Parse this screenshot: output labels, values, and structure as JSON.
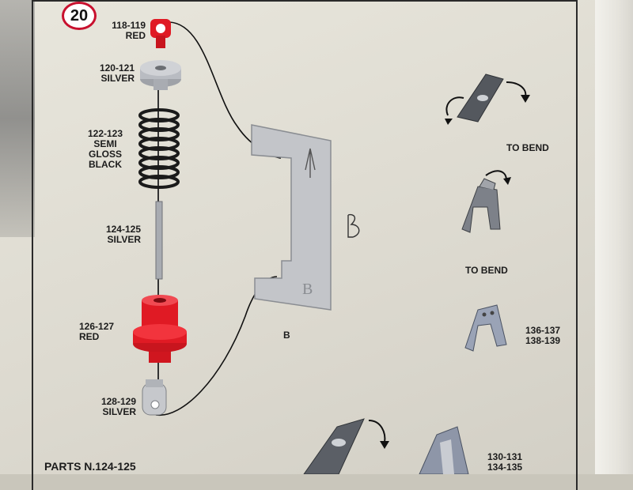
{
  "step": {
    "number": "20"
  },
  "parts": {
    "p118": {
      "id": "118-119",
      "color": "RED"
    },
    "p120": {
      "id": "120-121",
      "color": "SILVER"
    },
    "p122": {
      "id": "122-123",
      "color_lines": [
        "SEMI",
        "GLOSS",
        "BLACK"
      ]
    },
    "p124": {
      "id": "124-125",
      "color": "SILVER"
    },
    "p126": {
      "id": "126-127",
      "color": "RED"
    },
    "p128": {
      "id": "128-129",
      "color": "SILVER"
    }
  },
  "bend_labels": {
    "first": "TO BEND",
    "second": "TO BEND"
  },
  "bracket": {
    "label": "B"
  },
  "right_parts": {
    "upper": [
      "136-137",
      "138-139"
    ],
    "lower": [
      "130-131",
      "134-135"
    ]
  },
  "footer": {
    "text": "PARTS N.124-125"
  },
  "colors": {
    "red": "#e01a24",
    "silver": "#b9bcc2",
    "black": "#1a1a1a",
    "step_ring": "#c8102e"
  }
}
